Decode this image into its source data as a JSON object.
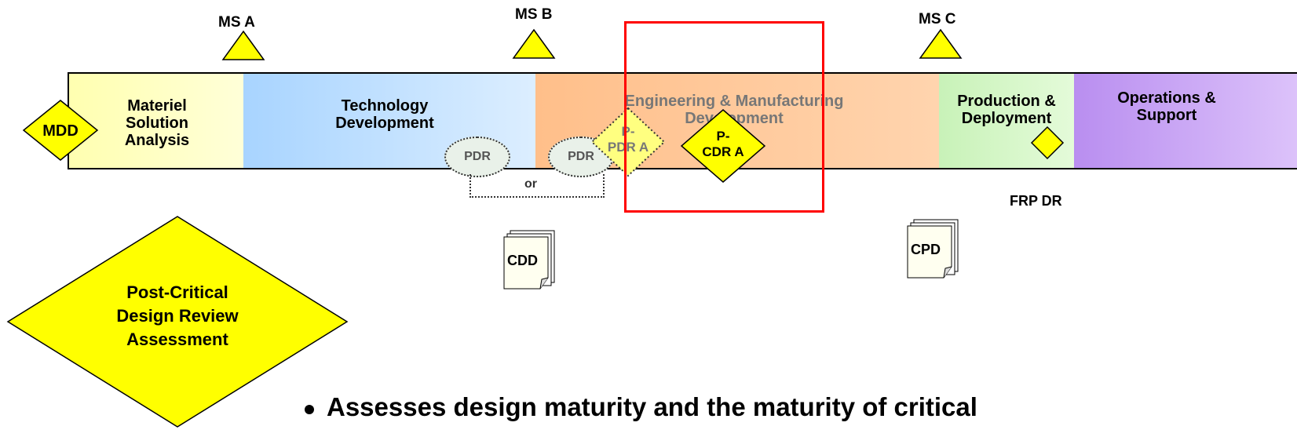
{
  "milestones": {
    "ms_a": "MS A",
    "ms_b": "MS B",
    "ms_c": "MS C"
  },
  "decision_points": {
    "mdd": "MDD",
    "frp_dr": "FRP DR",
    "p_pdr_a_line1": "P-",
    "p_pdr_a_line2": "PDR A",
    "p_cdr_a_line1": "P-",
    "p_cdr_a_line2": "CDR A"
  },
  "phases": {
    "msa": [
      "Materiel",
      "Solution",
      "Analysis"
    ],
    "td": [
      "Technology",
      "Development"
    ],
    "emd": [
      "Engineering & Manufacturing",
      "Development"
    ],
    "pd": [
      "Production &",
      "Deployment"
    ],
    "os": [
      "Operations &",
      "Support"
    ]
  },
  "reviews": {
    "pdr1": "PDR",
    "pdr2": "PDR",
    "or": "or"
  },
  "documents": {
    "cdd": "CDD",
    "cpd": "CPD"
  },
  "callout": [
    "Post-Critical",
    "Design Review",
    "Assessment"
  ],
  "bullet": "Assesses design maturity and the maturity of critical",
  "colors": {
    "milestone_fill": "#ffff00",
    "highlight_box": "#ff0000",
    "msa": "#ffffc0",
    "td": "#bfe0ff",
    "emd": "#ffc48f",
    "pd": "#d6f7c8",
    "os": "#cfaaf5"
  }
}
